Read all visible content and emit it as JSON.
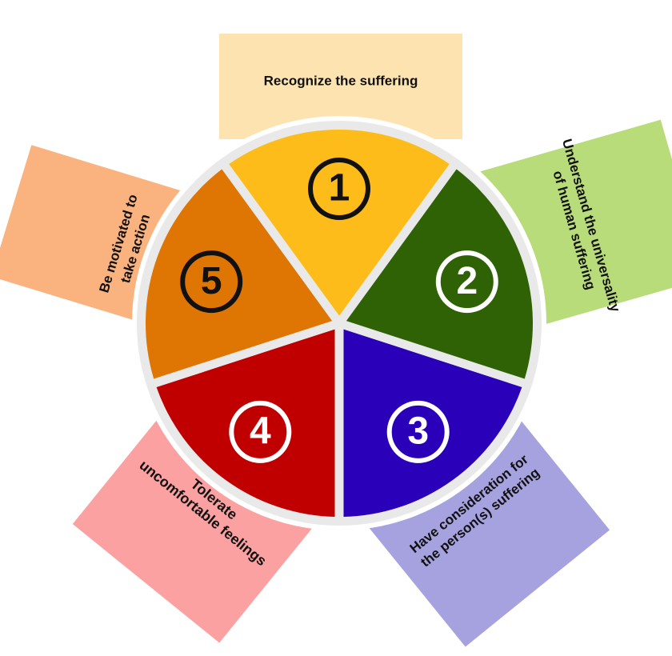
{
  "steps": [
    {
      "number": "1",
      "label_lines": [
        "Recognize the suffering"
      ],
      "sector_color": "#FDBC1A",
      "box_color": "#FCE3B0",
      "number_ring_color": "#111111",
      "number_text_color": "#111111"
    },
    {
      "number": "2",
      "label_lines": [
        "Understand the universality",
        "of human suffering"
      ],
      "sector_color": "#2F6204",
      "box_color": "#B9DC7A",
      "number_ring_color": "#FFFFFF",
      "number_text_color": "#FFFFFF"
    },
    {
      "number": "3",
      "label_lines": [
        "Have consideration for",
        "the person(s) suffering"
      ],
      "sector_color": "#2A00B8",
      "box_color": "#A6A2E0",
      "number_ring_color": "#FFFFFF",
      "number_text_color": "#FFFFFF"
    },
    {
      "number": "4",
      "label_lines": [
        "Tolerate",
        "uncomfortable feelings"
      ],
      "sector_color": "#C00000",
      "box_color": "#FBA1A1",
      "number_ring_color": "#FFFFFF",
      "number_text_color": "#FFFFFF"
    },
    {
      "number": "5",
      "label_lines": [
        "Be motivated to",
        "take action"
      ],
      "sector_color": "#DF7503",
      "box_color": "#FAB27F",
      "number_ring_color": "#111111",
      "number_text_color": "#111111"
    }
  ],
  "colors": {
    "ring_background": "#E9E9E9",
    "gap": "#FFFFFF"
  }
}
